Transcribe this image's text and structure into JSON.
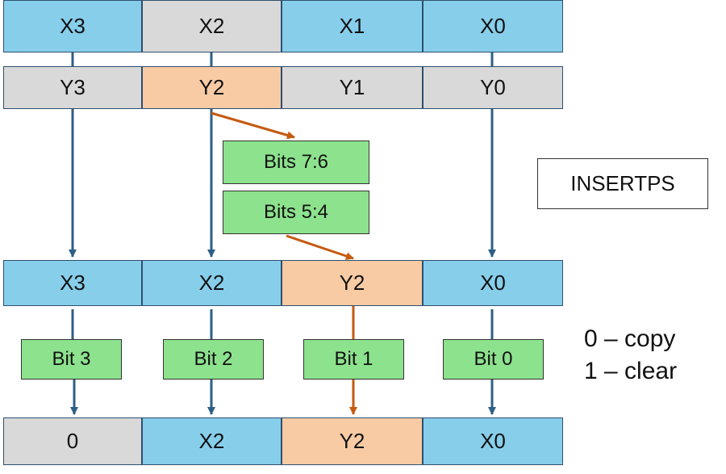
{
  "row_x": [
    "X3",
    "X2",
    "X1",
    "X0"
  ],
  "row_y": [
    "Y3",
    "Y2",
    "Y1",
    "Y0"
  ],
  "row_dest": [
    "X3",
    "X2",
    "Y2",
    "X0"
  ],
  "row_result": [
    "0",
    "X2",
    "Y2",
    "X0"
  ],
  "select_bits": [
    "Bits 7:6",
    "Bits 5:4"
  ],
  "zero_mask_bits": [
    "Bit 3",
    "Bit 2",
    "Bit 1",
    "Bit 0"
  ],
  "instruction_label": "INSERTPS",
  "legend": {
    "copy": "0 – copy",
    "clear": "1 – clear"
  },
  "colors": {
    "blue": "#87ceeb",
    "gray": "#d9d9d9",
    "orange": "#f8cba5",
    "green": "#8de28d",
    "arrow_blue": "#2e5f86",
    "arrow_orange": "#c55a11"
  }
}
